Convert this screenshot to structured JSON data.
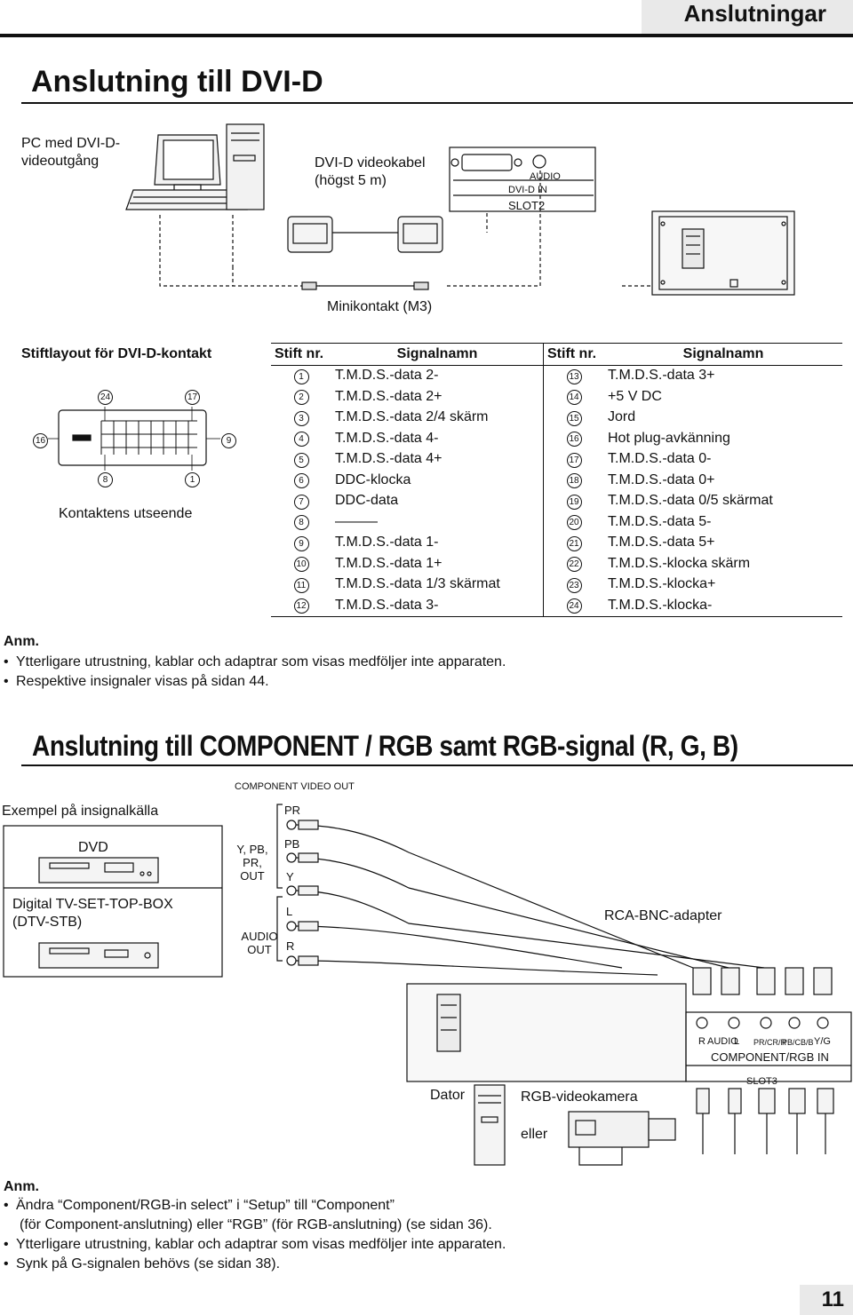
{
  "header": {
    "section_title": "Anslutningar"
  },
  "dvi": {
    "title": "Anslutning till DVI-D",
    "pc_label_1": "PC med DVI-D-",
    "pc_label_2": "videoutgång",
    "cable_label_1": "DVI-D videokabel",
    "cable_label_2": "(högst 5 m)",
    "audio_label": "AUDIO",
    "dvi_in_label": "DVI-D IN",
    "slot_label": "SLOT2",
    "mini_label": "Minikontakt (M3)",
    "pin_layout_title": "Stiftlayout för DVI-D-kontakt",
    "contact_caption": "Kontaktens utseende",
    "pin_marks": {
      "p24": "24",
      "p17": "17",
      "p16": "16",
      "p9": "9",
      "p8": "8",
      "p1": "1"
    },
    "table": {
      "col_pin": "Stift nr.",
      "col_signal": "Signalnamn",
      "left": [
        {
          "n": "1",
          "s": "T.M.D.S.-data 2-"
        },
        {
          "n": "2",
          "s": "T.M.D.S.-data 2+"
        },
        {
          "n": "3",
          "s": "T.M.D.S.-data 2/4 skärm"
        },
        {
          "n": "4",
          "s": "T.M.D.S.-data 4-"
        },
        {
          "n": "5",
          "s": "T.M.D.S.-data 4+"
        },
        {
          "n": "6",
          "s": "DDC-klocka"
        },
        {
          "n": "7",
          "s": "DDC-data"
        },
        {
          "n": "8",
          "s": "———"
        },
        {
          "n": "9",
          "s": "T.M.D.S.-data 1-"
        },
        {
          "n": "10",
          "s": "T.M.D.S.-data 1+"
        },
        {
          "n": "11",
          "s": "T.M.D.S.-data 1/3 skärmat"
        },
        {
          "n": "12",
          "s": "T.M.D.S.-data 3-"
        }
      ],
      "right": [
        {
          "n": "13",
          "s": "T.M.D.S.-data 3+"
        },
        {
          "n": "14",
          "s": "+5 V DC"
        },
        {
          "n": "15",
          "s": "Jord"
        },
        {
          "n": "16",
          "s": "Hot plug-avkänning"
        },
        {
          "n": "17",
          "s": "T.M.D.S.-data 0-"
        },
        {
          "n": "18",
          "s": "T.M.D.S.-data 0+"
        },
        {
          "n": "19",
          "s": "T.M.D.S.-data 0/5 skärmat"
        },
        {
          "n": "20",
          "s": "T.M.D.S.-data 5-"
        },
        {
          "n": "21",
          "s": "T.M.D.S.-data 5+"
        },
        {
          "n": "22",
          "s": "T.M.D.S.-klocka skärm"
        },
        {
          "n": "23",
          "s": "T.M.D.S.-klocka+"
        },
        {
          "n": "24",
          "s": "T.M.D.S.-klocka-"
        }
      ]
    },
    "note_head": "Anm.",
    "notes": [
      "Ytterligare utrustning, kablar och adaptrar som visas medföljer inte apparaten.",
      "Respektive insignaler visas på sidan 44."
    ]
  },
  "comp": {
    "title": "Anslutning till COMPONENT / RGB samt RGB-signal (R, G, B)",
    "cvo_label": "COMPONENT VIDEO OUT",
    "source_example": "Exempel på insignalkälla",
    "dvd_label": "DVD",
    "stb_label_1": "Digital  TV-SET-TOP-BOX",
    "stb_label_2": "(DTV-STB)",
    "ypbpr_label_1": "Y,  PB, PR,",
    "ypbpr_label_2": "OUT",
    "audio_out_1": "AUDIO",
    "audio_out_2": "OUT",
    "jack_pr": "PR",
    "jack_pb": "PB",
    "jack_y": "Y",
    "jack_l": "L",
    "jack_r": "R",
    "rca_bnc": "RCA-BNC-adapter",
    "panel_r": "R",
    "panel_audio": "AUDIO",
    "panel_l": "L",
    "panel_pr": "PR/CR/R",
    "panel_pb": "PB/CB/B",
    "panel_y": "Y/G",
    "comp_in": "COMPONENT/RGB IN",
    "slot3": "SLOT3",
    "computer": "Dator",
    "camera": "RGB-videokamera",
    "or": "eller",
    "note_head": "Anm.",
    "notes": [
      "Ändra “Component/RGB-in select” i “Setup” till “Component”",
      "(för Component-anslutning) eller “RGB” (för RGB-anslutning) (se sidan 36).",
      "Ytterligare utrustning, kablar och adaptrar som visas medföljer inte apparaten.",
      "Synk på G-signalen behövs (se sidan 38)."
    ]
  },
  "page_number": "11"
}
